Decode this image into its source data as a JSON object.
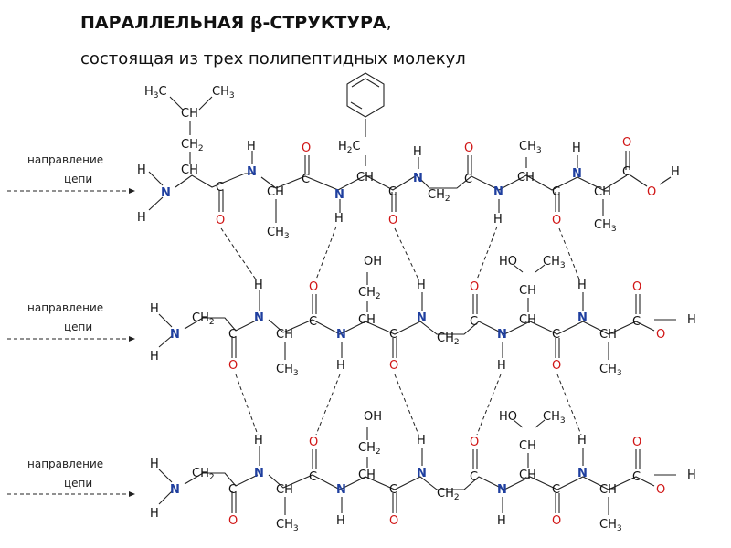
{
  "title": {
    "bold_prefix": "ПАРАЛЛЕЛЬНАЯ ",
    "beta": "β",
    "bold_suffix": "-СТРУКТУРА",
    "comma": ",",
    "subtitle": "состоящая из трех полипептидных молекул"
  },
  "chain_direction": {
    "word1": "направление",
    "word2": "цепи"
  },
  "colors": {
    "nitrogen": "#1f3f9f",
    "oxygen": "#d01414",
    "carbon": "#111111"
  },
  "chains": [
    {
      "residues": [
        "Leu",
        "Ala",
        "Phe",
        "Gly",
        "Ala",
        "Ala"
      ],
      "side_chain_labels": [
        "H3C",
        "CH3",
        "CH",
        "CH2",
        "H2C",
        "CH3",
        "CH3",
        "CH3"
      ]
    },
    {
      "residues": [
        "Gly",
        "Ala",
        "Ser",
        "Gly",
        "Thr",
        "Ala"
      ],
      "side_chain_labels": [
        "OH",
        "CH2",
        "HO",
        "CH3",
        "CH3",
        "CH3"
      ]
    },
    {
      "residues": [
        "Gly",
        "Ala",
        "Ser",
        "Gly",
        "Thr",
        "Ala"
      ],
      "side_chain_labels": [
        "OH",
        "CH2",
        "HO",
        "CH3",
        "CH3",
        "CH3"
      ]
    }
  ]
}
